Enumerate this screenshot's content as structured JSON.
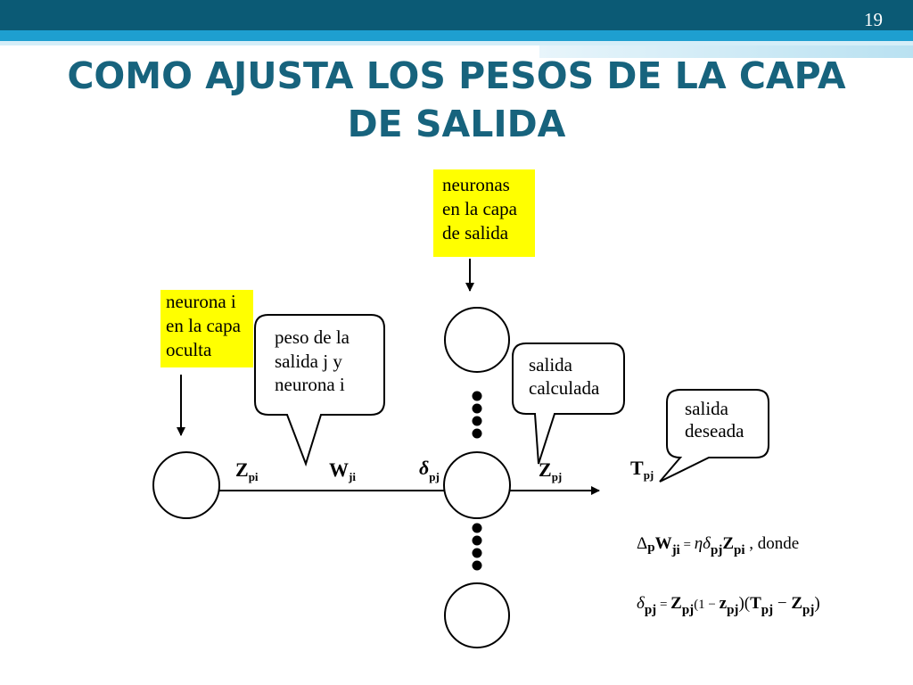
{
  "slide": {
    "page_number": "19",
    "title_line1": "COMO AJUSTA LOS PESOS DE LA CAPA",
    "title_line2": "DE SALIDA"
  },
  "labels": {
    "output_layer": [
      "neuronas",
      "en la capa",
      "de salida"
    ],
    "hidden_neuron": [
      "neurona i",
      "en la capa",
      "oculta"
    ]
  },
  "bubbles": {
    "weight": [
      "peso de la",
      "salida j y",
      "neurona i"
    ],
    "computed": [
      "salida",
      "calculada"
    ],
    "desired": [
      "salida",
      "deseada"
    ]
  },
  "symbols": {
    "z_pi": {
      "base": "Z",
      "sub": "pi"
    },
    "w_ji": {
      "base": "W",
      "sub": "ji"
    },
    "delta_pj": {
      "base": "δ",
      "sub": "pj"
    },
    "z_pj": {
      "base": "Z",
      "sub": "pj"
    },
    "t_pj": {
      "base": "T",
      "sub": "pj"
    }
  },
  "formulas": {
    "f1": {
      "delta": "Δ",
      "p": "p",
      "w": "W",
      "ji": "ji",
      "eq": " = ",
      "eta": "η",
      "d": "δ",
      "pj": "pj",
      "z": "Z",
      "pi": "pi",
      "tail": " , donde"
    },
    "f2": {
      "d": "δ",
      "pj": "pj",
      "eq": " = ",
      "z1": "Z",
      "pj1": "pj",
      "p1": "(1 − ",
      "z2": "z",
      "pj2": "pj",
      "p2": ")(",
      "t": "T",
      "pj3": "pj",
      "minus": " − ",
      "z3": "Z",
      "pj4": "pj",
      "p3": ")"
    }
  },
  "colors": {
    "header": "#0b5a75",
    "header_stripe": "#1e9fd0",
    "title": "#17637d",
    "highlight": "#ffff00"
  }
}
